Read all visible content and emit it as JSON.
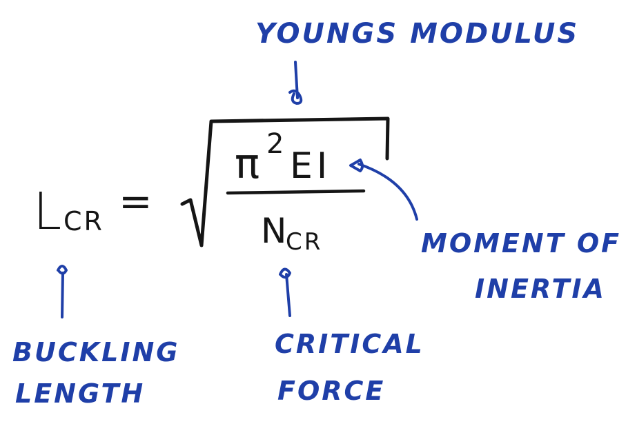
{
  "formula": {
    "lhs_main": "L",
    "lhs_sub": "CR",
    "equals": "=",
    "num_pi": "π",
    "num_exp": "2",
    "num_ei": "EI",
    "den_main": "N",
    "den_sub": "CR"
  },
  "annotations": {
    "youngs_modulus": "YOUNGS MODULUS",
    "moment_line1": "MOMENT OF",
    "moment_line2": "INERTIA",
    "buckling_line1": "BUCKLING",
    "buckling_line2": "LENGTH",
    "critical_line1": "CRITICAL",
    "critical_line2": "FORCE"
  },
  "colors": {
    "ink": "#151515",
    "annotation": "#1f3fa8"
  }
}
